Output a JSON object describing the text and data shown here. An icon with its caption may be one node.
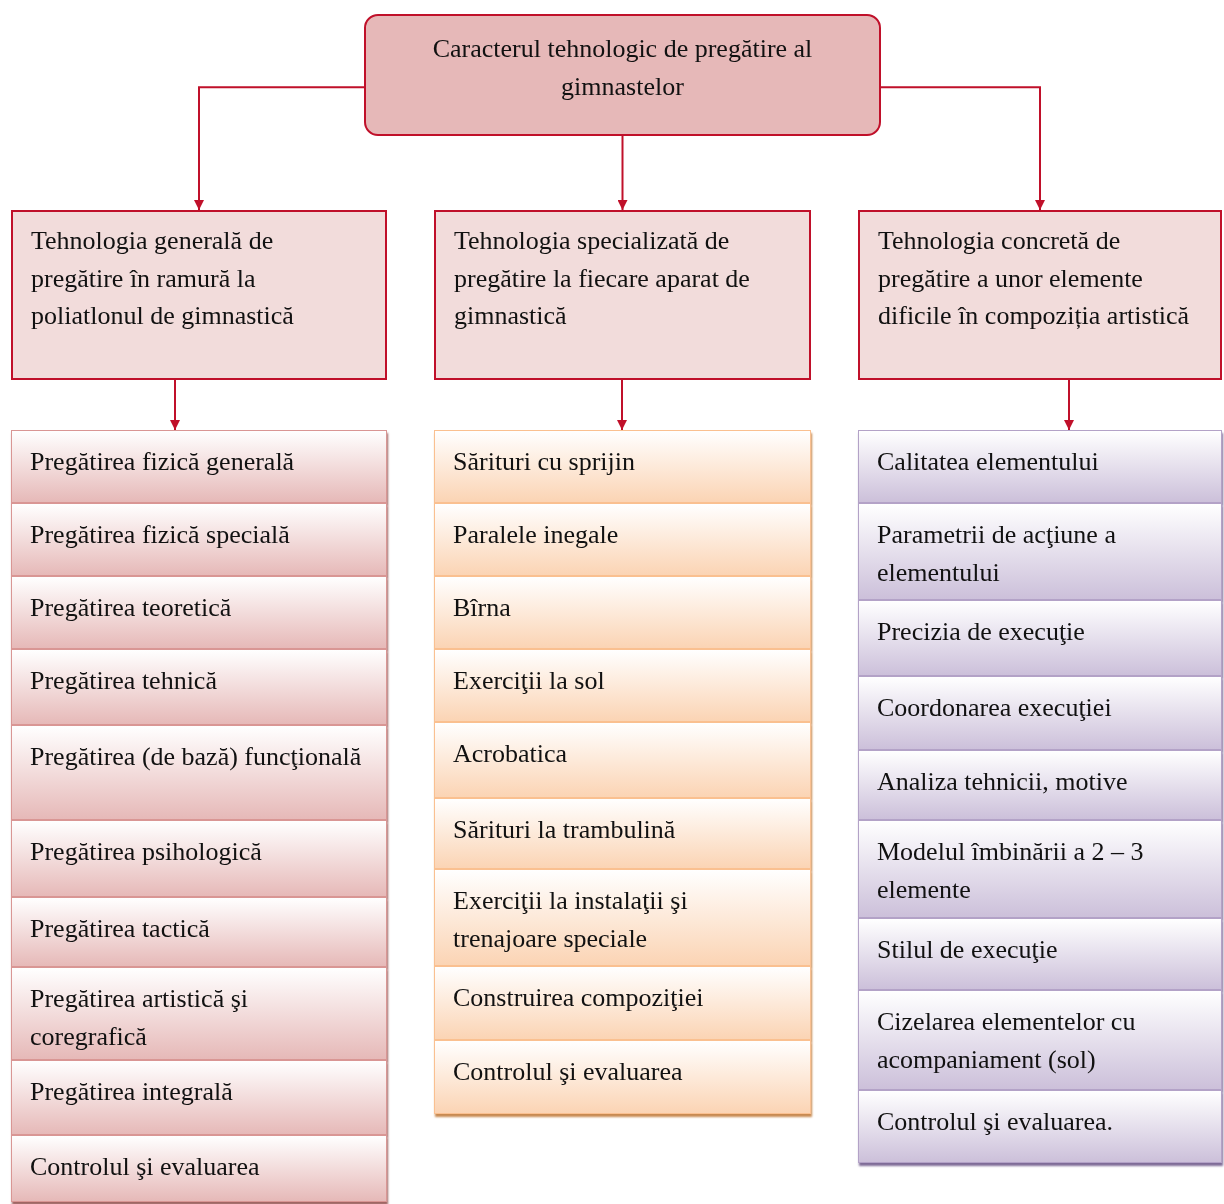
{
  "diagram": {
    "nodes": [
      {
        "text": [
          "Caracterul tehnologic de pregătire al gimnastelor"
        ]
      },
      {
        "text": [
          "Tehnologia generală de pregătire în ramură la poliatlonul de gimnastică"
        ]
      },
      {
        "text": [
          "Tehnologia specializată de pregătire la fiecare aparat de gimnastică"
        ]
      },
      {
        "text": [
          "Tehnologia concretă de pregătire a unor elemente dificile în compoziția artistică"
        ]
      },
      {
        "text": [
          "Pregătirea fizică generală"
        ]
      },
      {
        "text": [
          "Pregătirea fizică specială"
        ]
      },
      {
        "text": [
          "Pregătirea teoretică"
        ]
      },
      {
        "text": [
          "Pregătirea  tehnică"
        ]
      },
      {
        "text": [
          "Pregătirea (de bază) funcţională"
        ]
      },
      {
        "text": [
          "Pregătirea psihologică"
        ]
      },
      {
        "text": [
          "Pregătirea tactică"
        ]
      },
      {
        "text": [
          "Pregătirea artistică şi coregrafică"
        ]
      },
      {
        "text": [
          "Pregătirea integrală"
        ]
      },
      {
        "text": [
          "Controlul şi evaluarea"
        ]
      },
      {
        "text": [
          "Sărituri cu sprijin"
        ]
      },
      {
        "text": [
          "Paralele inegale"
        ]
      },
      {
        "text": [
          "Bîrna"
        ]
      },
      {
        "text": [
          "Exerciţii la sol"
        ]
      },
      {
        "text": [
          "Acrobatica"
        ]
      },
      {
        "text": [
          "Sărituri la trambulină"
        ]
      },
      {
        "text": [
          "Exerciţii la instalaţii şi trenajoare speciale"
        ]
      },
      {
        "text": [
          "Construirea compoziţiei"
        ]
      },
      {
        "text": [
          "Controlul şi evaluarea"
        ]
      },
      {
        "text": [
          "Calitatea elementului"
        ]
      },
      {
        "text": [
          "Parametrii de acţiune a elementului"
        ]
      },
      {
        "text": [
          "Precizia de execuţie"
        ]
      },
      {
        "text": [
          "Coordonarea execuţiei"
        ]
      },
      {
        "text": [
          "Analiza tehnicii, motive"
        ]
      },
      {
        "text": [
          "Modelul îmbinării a 2 – 3 elemente"
        ]
      },
      {
        "text": [
          "Stilul de execuţie"
        ]
      },
      {
        "text": [
          "Cizelarea elementelor cu acompaniament (sol)"
        ]
      },
      {
        "text": [
          "Controlul şi evaluarea."
        ]
      }
    ],
    "edges": [
      {
        "from": 0,
        "to": 1,
        "arrow": "to"
      },
      {
        "from": 0,
        "to": 2,
        "arrow": "to"
      },
      {
        "from": 0,
        "to": 3,
        "arrow": "to"
      },
      {
        "from": 1,
        "to": 4,
        "arrow": "to"
      },
      {
        "from": 2,
        "to": 14,
        "arrow": "to"
      },
      {
        "from": 3,
        "to": 23,
        "arrow": "to"
      }
    ]
  }
}
